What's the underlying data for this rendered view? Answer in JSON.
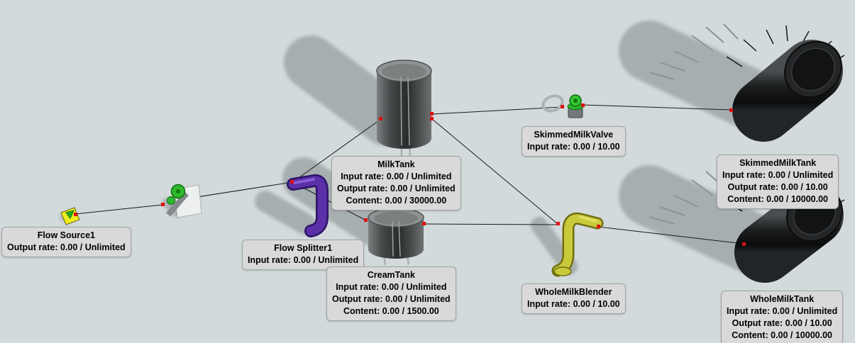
{
  "canvas": {
    "background": "#d3dadb"
  },
  "colors": {
    "label_background": "#d9d9d9",
    "label_border": "#9fa4a6",
    "connection_line": "#1a1a1a",
    "connector_dot": "#dd1111",
    "valve_green": "#2db82d",
    "splitter_purple": "#5a2fa8",
    "blender_yellow": "#c9c93c",
    "source_yellow": "#eded1f",
    "tank_gray": "#3a3d3e",
    "dark_tank": "#131415",
    "shadow": "#9ba4a6"
  },
  "nodes": [
    {
      "id": "flow-source1",
      "icon": "flag-source",
      "label": "Flow Source1",
      "stats": [
        "Output rate: 0.00 / Unlimited"
      ]
    },
    {
      "id": "flow-splitter1",
      "icon": "purple-pipe-splitter",
      "label": "Flow Splitter1",
      "stats": [
        "Input rate: 0.00 / Unlimited"
      ]
    },
    {
      "id": "milk-tank",
      "icon": "gray-cylinder-tank",
      "label": "MilkTank",
      "stats": [
        "Input rate: 0.00 / Unlimited",
        "Output rate: 0.00 / Unlimited",
        "Content: 0.00 / 30000.00"
      ]
    },
    {
      "id": "cream-tank",
      "icon": "gray-cylinder-tank",
      "label": "CreamTank",
      "stats": [
        "Input rate: 0.00 / Unlimited",
        "Output rate: 0.00 / Unlimited",
        "Content: 0.00 / 1500.00"
      ]
    },
    {
      "id": "skimmed-milk-valve",
      "icon": "green-valve",
      "label": "SkimmedMilkValve",
      "stats": [
        "Input rate: 0.00 / 10.00"
      ]
    },
    {
      "id": "skimmed-milk-tank",
      "icon": "dark-cylinder-tank",
      "label": "SkimmedMilkTank",
      "stats": [
        "Input rate: 0.00 / Unlimited",
        "Output rate: 0.00 / 10.00",
        "Content: 0.00 / 10000.00"
      ]
    },
    {
      "id": "whole-milk-blender",
      "icon": "yellow-pipe-blender",
      "label": "WholeMilkBlender",
      "stats": [
        "Input rate: 0.00 / 10.00"
      ]
    },
    {
      "id": "whole-milk-tank",
      "icon": "dark-cylinder-tank",
      "label": "WholeMilkTank",
      "stats": [
        "Input rate: 0.00 / Unlimited",
        "Output rate: 0.00 / 10.00",
        "Content: 0.00 / 10000.00"
      ]
    }
  ],
  "unlabeled_objects": [
    {
      "id": "inline-valve",
      "icon": "green-valve-with-panel"
    }
  ],
  "connections": [
    {
      "from": "flow-source1",
      "to": "inline-valve"
    },
    {
      "from": "inline-valve",
      "to": "flow-splitter1"
    },
    {
      "from": "flow-splitter1",
      "to": "milk-tank"
    },
    {
      "from": "flow-splitter1",
      "to": "cream-tank"
    },
    {
      "from": "milk-tank",
      "to": "skimmed-milk-valve"
    },
    {
      "from": "skimmed-milk-valve",
      "to": "skimmed-milk-tank"
    },
    {
      "from": "milk-tank",
      "to": "whole-milk-blender"
    },
    {
      "from": "cream-tank",
      "to": "whole-milk-blender"
    },
    {
      "from": "whole-milk-blender",
      "to": "whole-milk-tank"
    }
  ]
}
